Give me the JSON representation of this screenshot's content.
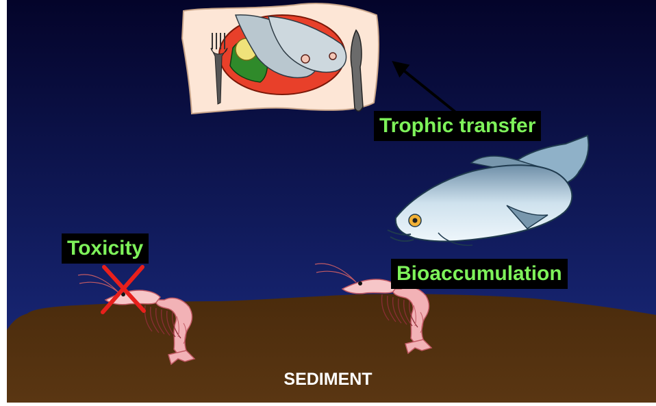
{
  "labels": {
    "trophic_transfer": "Trophic transfer",
    "bioaccumulation": "Bioaccumulation",
    "toxicity": "Toxicity",
    "sediment": "SEDIMENT"
  },
  "colors": {
    "water_top": "#04042a",
    "water_bottom": "#1c2c82",
    "sediment": "#51300f",
    "label_text": "#7ef25a",
    "label_bg": "#000000",
    "x_mark": "#e8201c",
    "shrimp": "#f2b2b6"
  },
  "icons": [
    "fish-dinner-plate-icon",
    "fish-icon",
    "shrimp-icon",
    "arrow-icon",
    "x-mark-icon"
  ]
}
